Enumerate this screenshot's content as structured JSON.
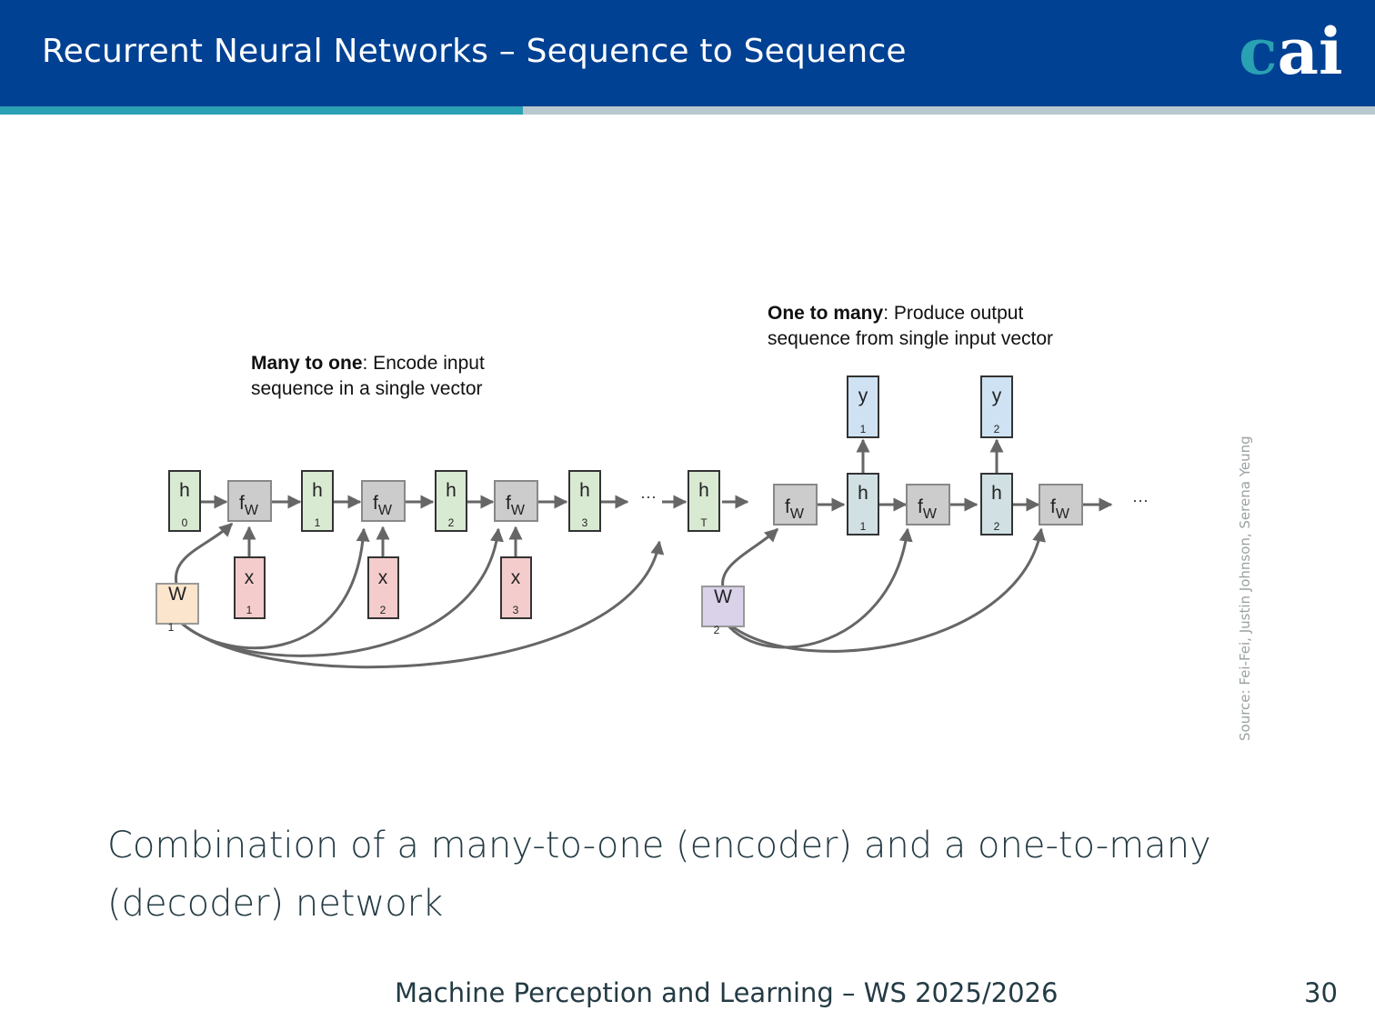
{
  "header": {
    "title": "Recurrent Neural Networks – Sequence to Sequence",
    "logo": {
      "c": "c",
      "ai": "ai"
    },
    "colors": {
      "background": "#004193",
      "accent_bar": "#2aa0b4",
      "rest_bar": "#b8c8cf",
      "logo_c": "#2aa1b3"
    }
  },
  "diagram": {
    "encoder": {
      "caption_bold": "Many to one",
      "caption_rest": ": Encode input",
      "caption_line2": "sequence in a single vector",
      "hidden_states": [
        {
          "label": "h",
          "sub": "0"
        },
        {
          "label": "h",
          "sub": "1"
        },
        {
          "label": "h",
          "sub": "2"
        },
        {
          "label": "h",
          "sub": "3"
        },
        {
          "label": "h",
          "sub": "T"
        }
      ],
      "functions": [
        {
          "label": "f",
          "sub": "W"
        },
        {
          "label": "f",
          "sub": "W"
        },
        {
          "label": "f",
          "sub": "W"
        }
      ],
      "inputs": [
        {
          "label": "x",
          "sub": "1"
        },
        {
          "label": "x",
          "sub": "2"
        },
        {
          "label": "x",
          "sub": "3"
        }
      ],
      "weight": {
        "label": "W",
        "sub": "1"
      },
      "ellipsis": "···"
    },
    "decoder": {
      "caption_bold": "One to many",
      "caption_rest": ": Produce output",
      "caption_line2": "sequence from single input vector",
      "functions": [
        {
          "label": "f",
          "sub": "W"
        },
        {
          "label": "f",
          "sub": "W"
        },
        {
          "label": "f",
          "sub": "W"
        }
      ],
      "hidden_states": [
        {
          "label": "h",
          "sub": "1"
        },
        {
          "label": "h",
          "sub": "2"
        }
      ],
      "outputs": [
        {
          "label": "y",
          "sub": "1"
        },
        {
          "label": "y",
          "sub": "2"
        }
      ],
      "weight": {
        "label": "W",
        "sub": "2"
      },
      "ellipsis": "···"
    },
    "colors": {
      "hidden_enc": "#d9ead3",
      "function": "#cccccc",
      "input": "#f4cccc",
      "weight_enc": "#fce5cd",
      "weight_dec": "#d9d2e9",
      "hidden_dec": "#d0e0e3",
      "output": "#cfe2f3",
      "arrow": "#666666"
    }
  },
  "source": "Source: Fei-Fei, Justin Johnson, Serena Yeung",
  "body": {
    "text": "Combination of a many-to-one (encoder) and a one-to-many (decoder) network"
  },
  "footer": {
    "course": "Machine Perception and Learning – WS 2025/2026",
    "page": "30"
  }
}
